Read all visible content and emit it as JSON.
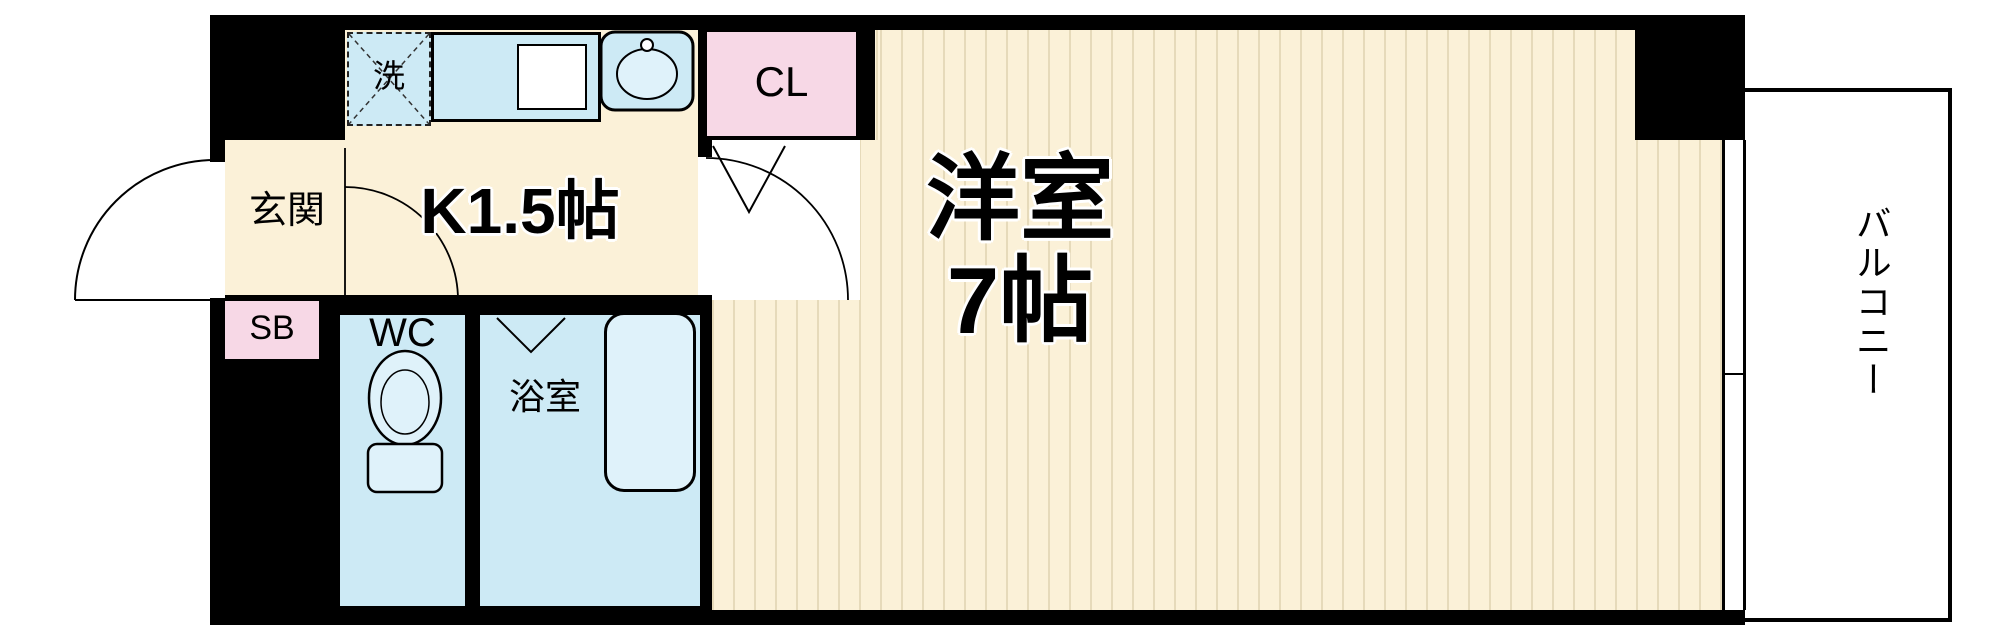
{
  "floorplan": {
    "labels": {
      "genkan": "玄関",
      "kitchen": "K1.5帖",
      "washer": "洗",
      "closet": "CL",
      "shoebox": "SB",
      "wc": "WC",
      "bathroom": "浴室",
      "western_room": "洋室",
      "western_room_size": "7帖",
      "balcony": "バルコニー"
    },
    "colors": {
      "wall": "#000000",
      "floor_cream": "#FBF1D8",
      "floor_stripe": "#E6DABA",
      "wet_blue": "#CDEAF5",
      "fixture_blue": "#DFF2FA",
      "closet_pink": "#F7D8E6"
    },
    "icons": {
      "entrance_door_swing": "quarter-arc",
      "kitchen_door_swing": "quarter-arc",
      "room_door_swing": "quarter-arc",
      "closet_folding_door": "v-lines",
      "bathroom_folding_door": "v-lines",
      "washer_cross": "dashed-x"
    }
  }
}
